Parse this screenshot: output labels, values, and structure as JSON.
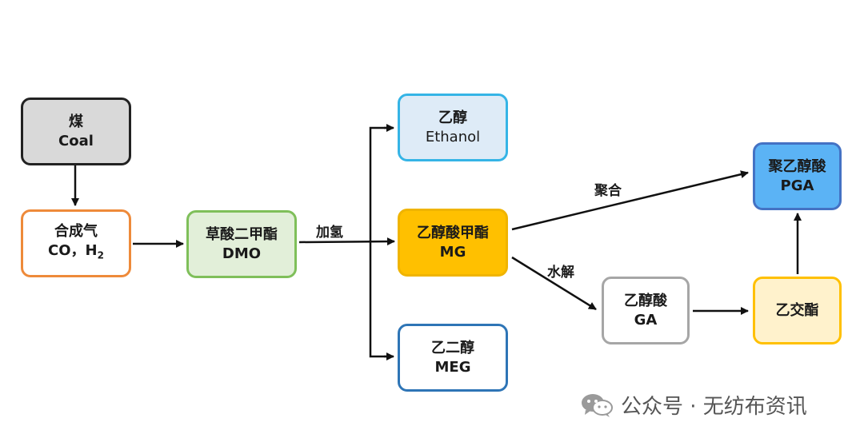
{
  "nodes": {
    "coal": {
      "line1": "煤",
      "line2": "Coal",
      "fill": "#d9d9d9",
      "border": "#222222"
    },
    "syngas": {
      "line1": "合成气",
      "line2_pre": "CO，H",
      "line2_sub": "2",
      "fill": "#ffffff",
      "border": "#ee8a3a"
    },
    "dmo": {
      "line1": "草酸二甲酯",
      "line2": "DMO",
      "fill": "#e2efd9",
      "border": "#7fbf5a"
    },
    "ethanol": {
      "line1": "乙醇",
      "line2": "Ethanol",
      "fill": "#deebf7",
      "border": "#35b4e6"
    },
    "mg": {
      "line1": "乙醇酸甲酯",
      "line2": "MG",
      "fill": "#ffc000",
      "border": "#f0b400"
    },
    "meg": {
      "line1": "乙二醇",
      "line2": "MEG",
      "fill": "#ffffff",
      "border": "#2e75b6"
    },
    "ga": {
      "line1": "乙醇酸",
      "line2": "GA",
      "fill": "#ffffff",
      "border": "#a6a6a6"
    },
    "glycolide": {
      "line1": "乙交酯",
      "fill": "#fff2cc",
      "border": "#ffc000"
    },
    "pga": {
      "line1": "聚乙醇酸",
      "line2": "PGA",
      "fill": "#5bb3f5",
      "border": "#4472c4"
    }
  },
  "edge_labels": {
    "hydrogenation": "加氢",
    "polymerization": "聚合",
    "hydrolysis": "水解"
  },
  "watermark": {
    "text": "公众号 · 无纺布资讯",
    "icon": "wechat-icon"
  }
}
